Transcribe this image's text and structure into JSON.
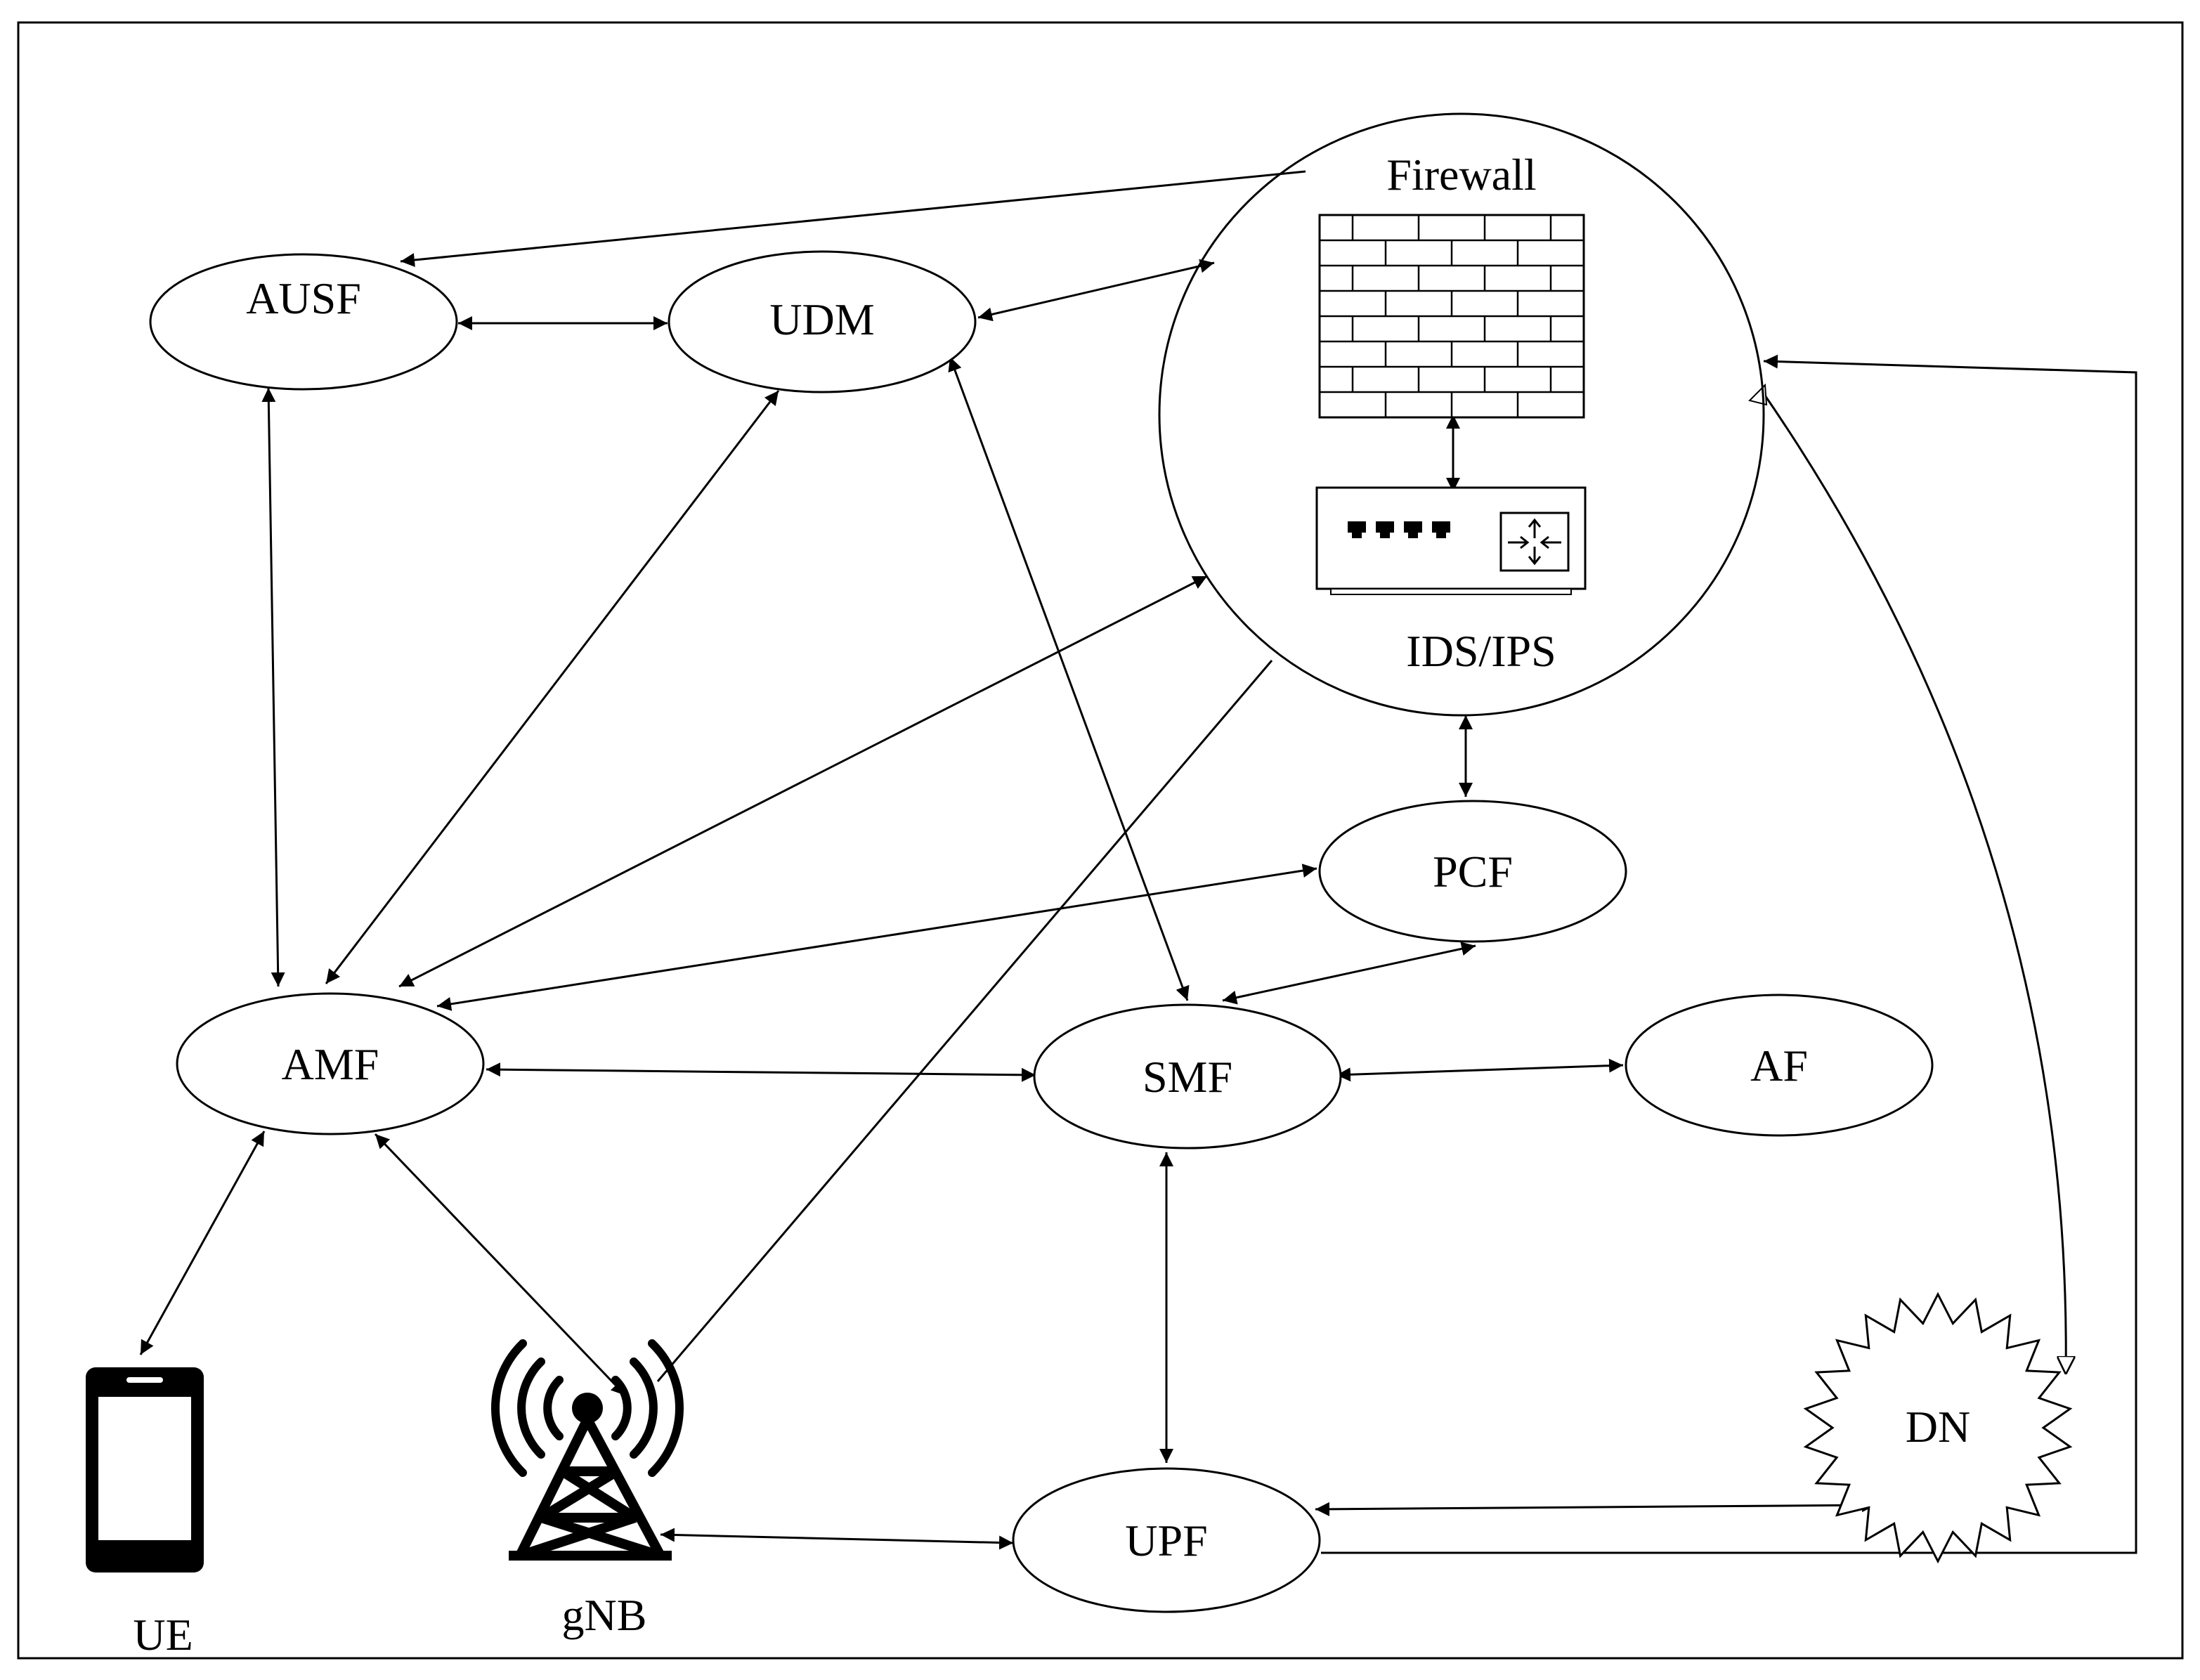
{
  "nodes": {
    "ausf": "AUSF",
    "udm": "UDM",
    "amf": "AMF",
    "smf": "SMF",
    "pcf": "PCF",
    "af": "AF",
    "upf": "UPF",
    "dn": "DN",
    "ue": "UE",
    "gnb": "gNB"
  },
  "security": {
    "firewall_label": "Firewall",
    "ids_label": "IDS/IPS"
  },
  "icons": {
    "firewall": "brick-wall-icon",
    "ids": "network-appliance-icon",
    "ue": "smartphone-icon",
    "gnb": "cell-tower-icon"
  }
}
